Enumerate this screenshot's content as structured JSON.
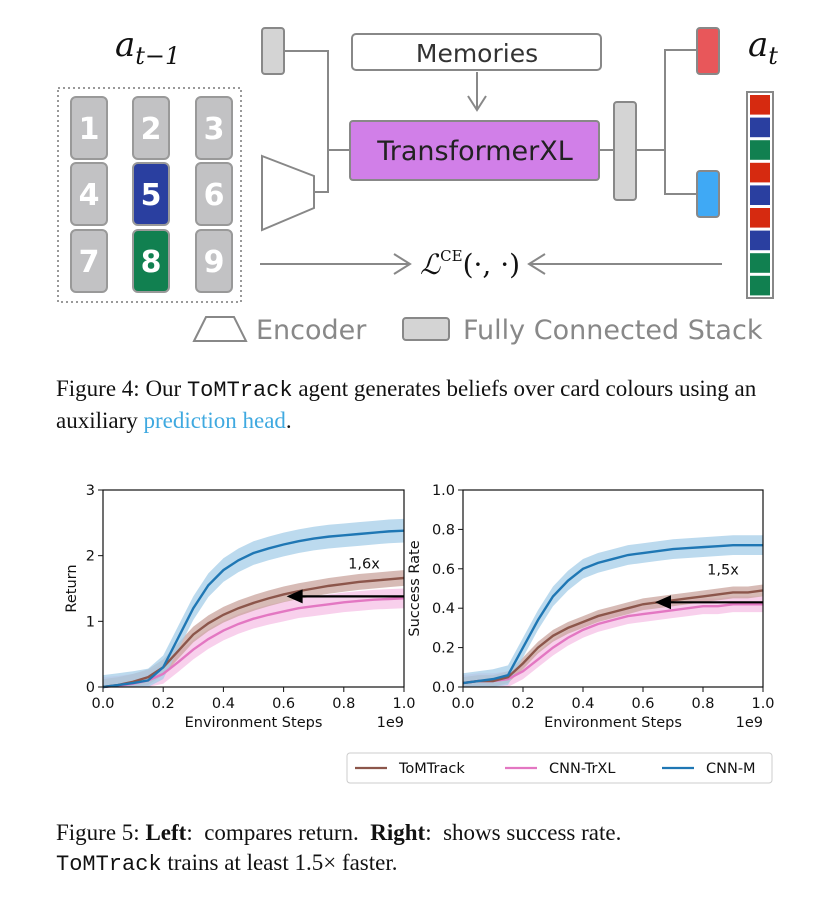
{
  "figure4": {
    "prev_action_label_base": "a",
    "prev_action_label_sub": "t−1",
    "action_label_base": "a",
    "action_label_sub": "t",
    "memories_label": "Memories",
    "transformer_label": "TransformerXL",
    "loss_label_base": "ℒ",
    "loss_label_sup": "CE",
    "loss_label_args": "(·, ·)",
    "cards": [
      {
        "label": "1",
        "color": "#c2c2c4"
      },
      {
        "label": "2",
        "color": "#c2c2c4"
      },
      {
        "label": "3",
        "color": "#c2c2c4"
      },
      {
        "label": "4",
        "color": "#c2c2c4"
      },
      {
        "label": "5",
        "color": "#2a3fa0"
      },
      {
        "label": "6",
        "color": "#c2c2c4"
      },
      {
        "label": "7",
        "color": "#c2c2c4"
      },
      {
        "label": "8",
        "color": "#118050"
      },
      {
        "label": "9",
        "color": "#c2c2c4"
      }
    ],
    "color_stack": [
      "#d62a10",
      "#2a3fa0",
      "#118050",
      "#d62a10",
      "#2a3fa0",
      "#d62a10",
      "#2a3fa0",
      "#118050",
      "#118050"
    ],
    "legend": {
      "encoder_label": "Encoder",
      "fc_label": "Fully Connected Stack"
    },
    "colors": {
      "transformer_fill": "#d17fe8",
      "action_head": "#e8575a",
      "prediction_head": "#3fa9f5",
      "fc_fill": "#d4d4d4"
    }
  },
  "caption4": {
    "prefix": "Figure 4: Our ",
    "agent": "ToMTrack",
    "middle": " agent generates beliefs over card colours using an auxiliary ",
    "highlight": "prediction head",
    "suffix": "."
  },
  "chart_data": [
    {
      "type": "line",
      "panel": "left",
      "xlabel": "Environment Steps",
      "x_multiplier": "1e9",
      "ylabel": "Return",
      "xlim": [
        0,
        1.0
      ],
      "ylim": [
        0,
        3
      ],
      "xticks": [
        "0.0",
        "0.2",
        "0.4",
        "0.6",
        "0.8",
        "1.0"
      ],
      "yticks": [
        "0",
        "1",
        "2",
        "3"
      ],
      "x": [
        0,
        0.05,
        0.1,
        0.15,
        0.2,
        0.25,
        0.3,
        0.35,
        0.4,
        0.45,
        0.5,
        0.55,
        0.6,
        0.65,
        0.7,
        0.75,
        0.8,
        0.85,
        0.9,
        0.95,
        1.0
      ],
      "series": [
        {
          "name": "ToMTrack",
          "color": "#8c564b",
          "values": [
            0,
            0.03,
            0.08,
            0.15,
            0.3,
            0.55,
            0.8,
            0.97,
            1.1,
            1.2,
            1.28,
            1.35,
            1.41,
            1.46,
            1.5,
            1.54,
            1.57,
            1.6,
            1.62,
            1.64,
            1.66
          ],
          "band": 0.12
        },
        {
          "name": "CNN-TrXL",
          "color": "#e377c2",
          "values": [
            0,
            0.02,
            0.05,
            0.1,
            0.2,
            0.38,
            0.57,
            0.73,
            0.86,
            0.96,
            1.04,
            1.1,
            1.15,
            1.2,
            1.23,
            1.26,
            1.29,
            1.31,
            1.33,
            1.34,
            1.35
          ],
          "band": 0.15
        },
        {
          "name": "CNN-M",
          "color": "#1f77b4",
          "values": [
            0,
            0.03,
            0.06,
            0.1,
            0.3,
            0.75,
            1.2,
            1.55,
            1.78,
            1.93,
            2.04,
            2.11,
            2.17,
            2.22,
            2.26,
            2.29,
            2.31,
            2.33,
            2.35,
            2.37,
            2.38
          ],
          "band": 0.18
        }
      ],
      "annotation": {
        "text": "1,6x",
        "arrow_from": [
          1.0,
          1.38
        ],
        "arrow_to": [
          0.61,
          1.38
        ]
      }
    },
    {
      "type": "line",
      "panel": "right",
      "xlabel": "Environment Steps",
      "x_multiplier": "1e9",
      "ylabel": "Success Rate",
      "xlim": [
        0,
        1.0
      ],
      "ylim": [
        0,
        1.0
      ],
      "xticks": [
        "0.0",
        "0.2",
        "0.4",
        "0.6",
        "0.8",
        "1.0"
      ],
      "yticks": [
        "0.0",
        "0.2",
        "0.4",
        "0.6",
        "0.8",
        "1.0"
      ],
      "x": [
        0,
        0.05,
        0.1,
        0.15,
        0.2,
        0.25,
        0.3,
        0.35,
        0.4,
        0.45,
        0.5,
        0.55,
        0.6,
        0.65,
        0.7,
        0.75,
        0.8,
        0.85,
        0.9,
        0.95,
        1.0
      ],
      "series": [
        {
          "name": "ToMTrack",
          "color": "#8c564b",
          "values": [
            0.02,
            0.03,
            0.03,
            0.05,
            0.12,
            0.2,
            0.26,
            0.3,
            0.33,
            0.36,
            0.38,
            0.4,
            0.42,
            0.43,
            0.44,
            0.45,
            0.46,
            0.47,
            0.48,
            0.48,
            0.49
          ],
          "band": 0.03
        },
        {
          "name": "CNN-TrXL",
          "color": "#e377c2",
          "values": [
            0.02,
            0.03,
            0.03,
            0.04,
            0.08,
            0.14,
            0.2,
            0.25,
            0.29,
            0.32,
            0.34,
            0.36,
            0.37,
            0.38,
            0.39,
            0.4,
            0.41,
            0.41,
            0.42,
            0.42,
            0.42
          ],
          "band": 0.04
        },
        {
          "name": "CNN-M",
          "color": "#1f77b4",
          "values": [
            0.02,
            0.03,
            0.04,
            0.06,
            0.2,
            0.34,
            0.46,
            0.54,
            0.6,
            0.63,
            0.65,
            0.67,
            0.68,
            0.69,
            0.7,
            0.705,
            0.71,
            0.715,
            0.72,
            0.72,
            0.72
          ],
          "band": 0.05
        }
      ],
      "annotation": {
        "text": "1,5x",
        "arrow_from": [
          1.0,
          0.43
        ],
        "arrow_to": [
          0.64,
          0.43
        ]
      }
    }
  ],
  "legend": [
    "ToMTrack",
    "CNN-TrXL",
    "CNN-M"
  ],
  "caption5": {
    "prefix": "Figure 5: ",
    "left_label": "Left",
    "left_text": ":  compares return.  ",
    "right_label": "Right",
    "right_text": ":  shows success rate.",
    "agent": "ToMTrack",
    "line2_text": " trains at least 1.5× faster."
  }
}
